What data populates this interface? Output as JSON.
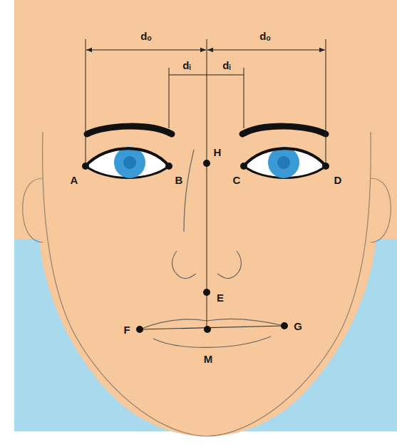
{
  "diagram": {
    "labels": [
      "dₒ",
      "dₒ",
      "dᵢ",
      "dᵢ",
      "H",
      "A",
      "B",
      "C",
      "D",
      "E",
      "F",
      "G",
      "M"
    ]
  }
}
